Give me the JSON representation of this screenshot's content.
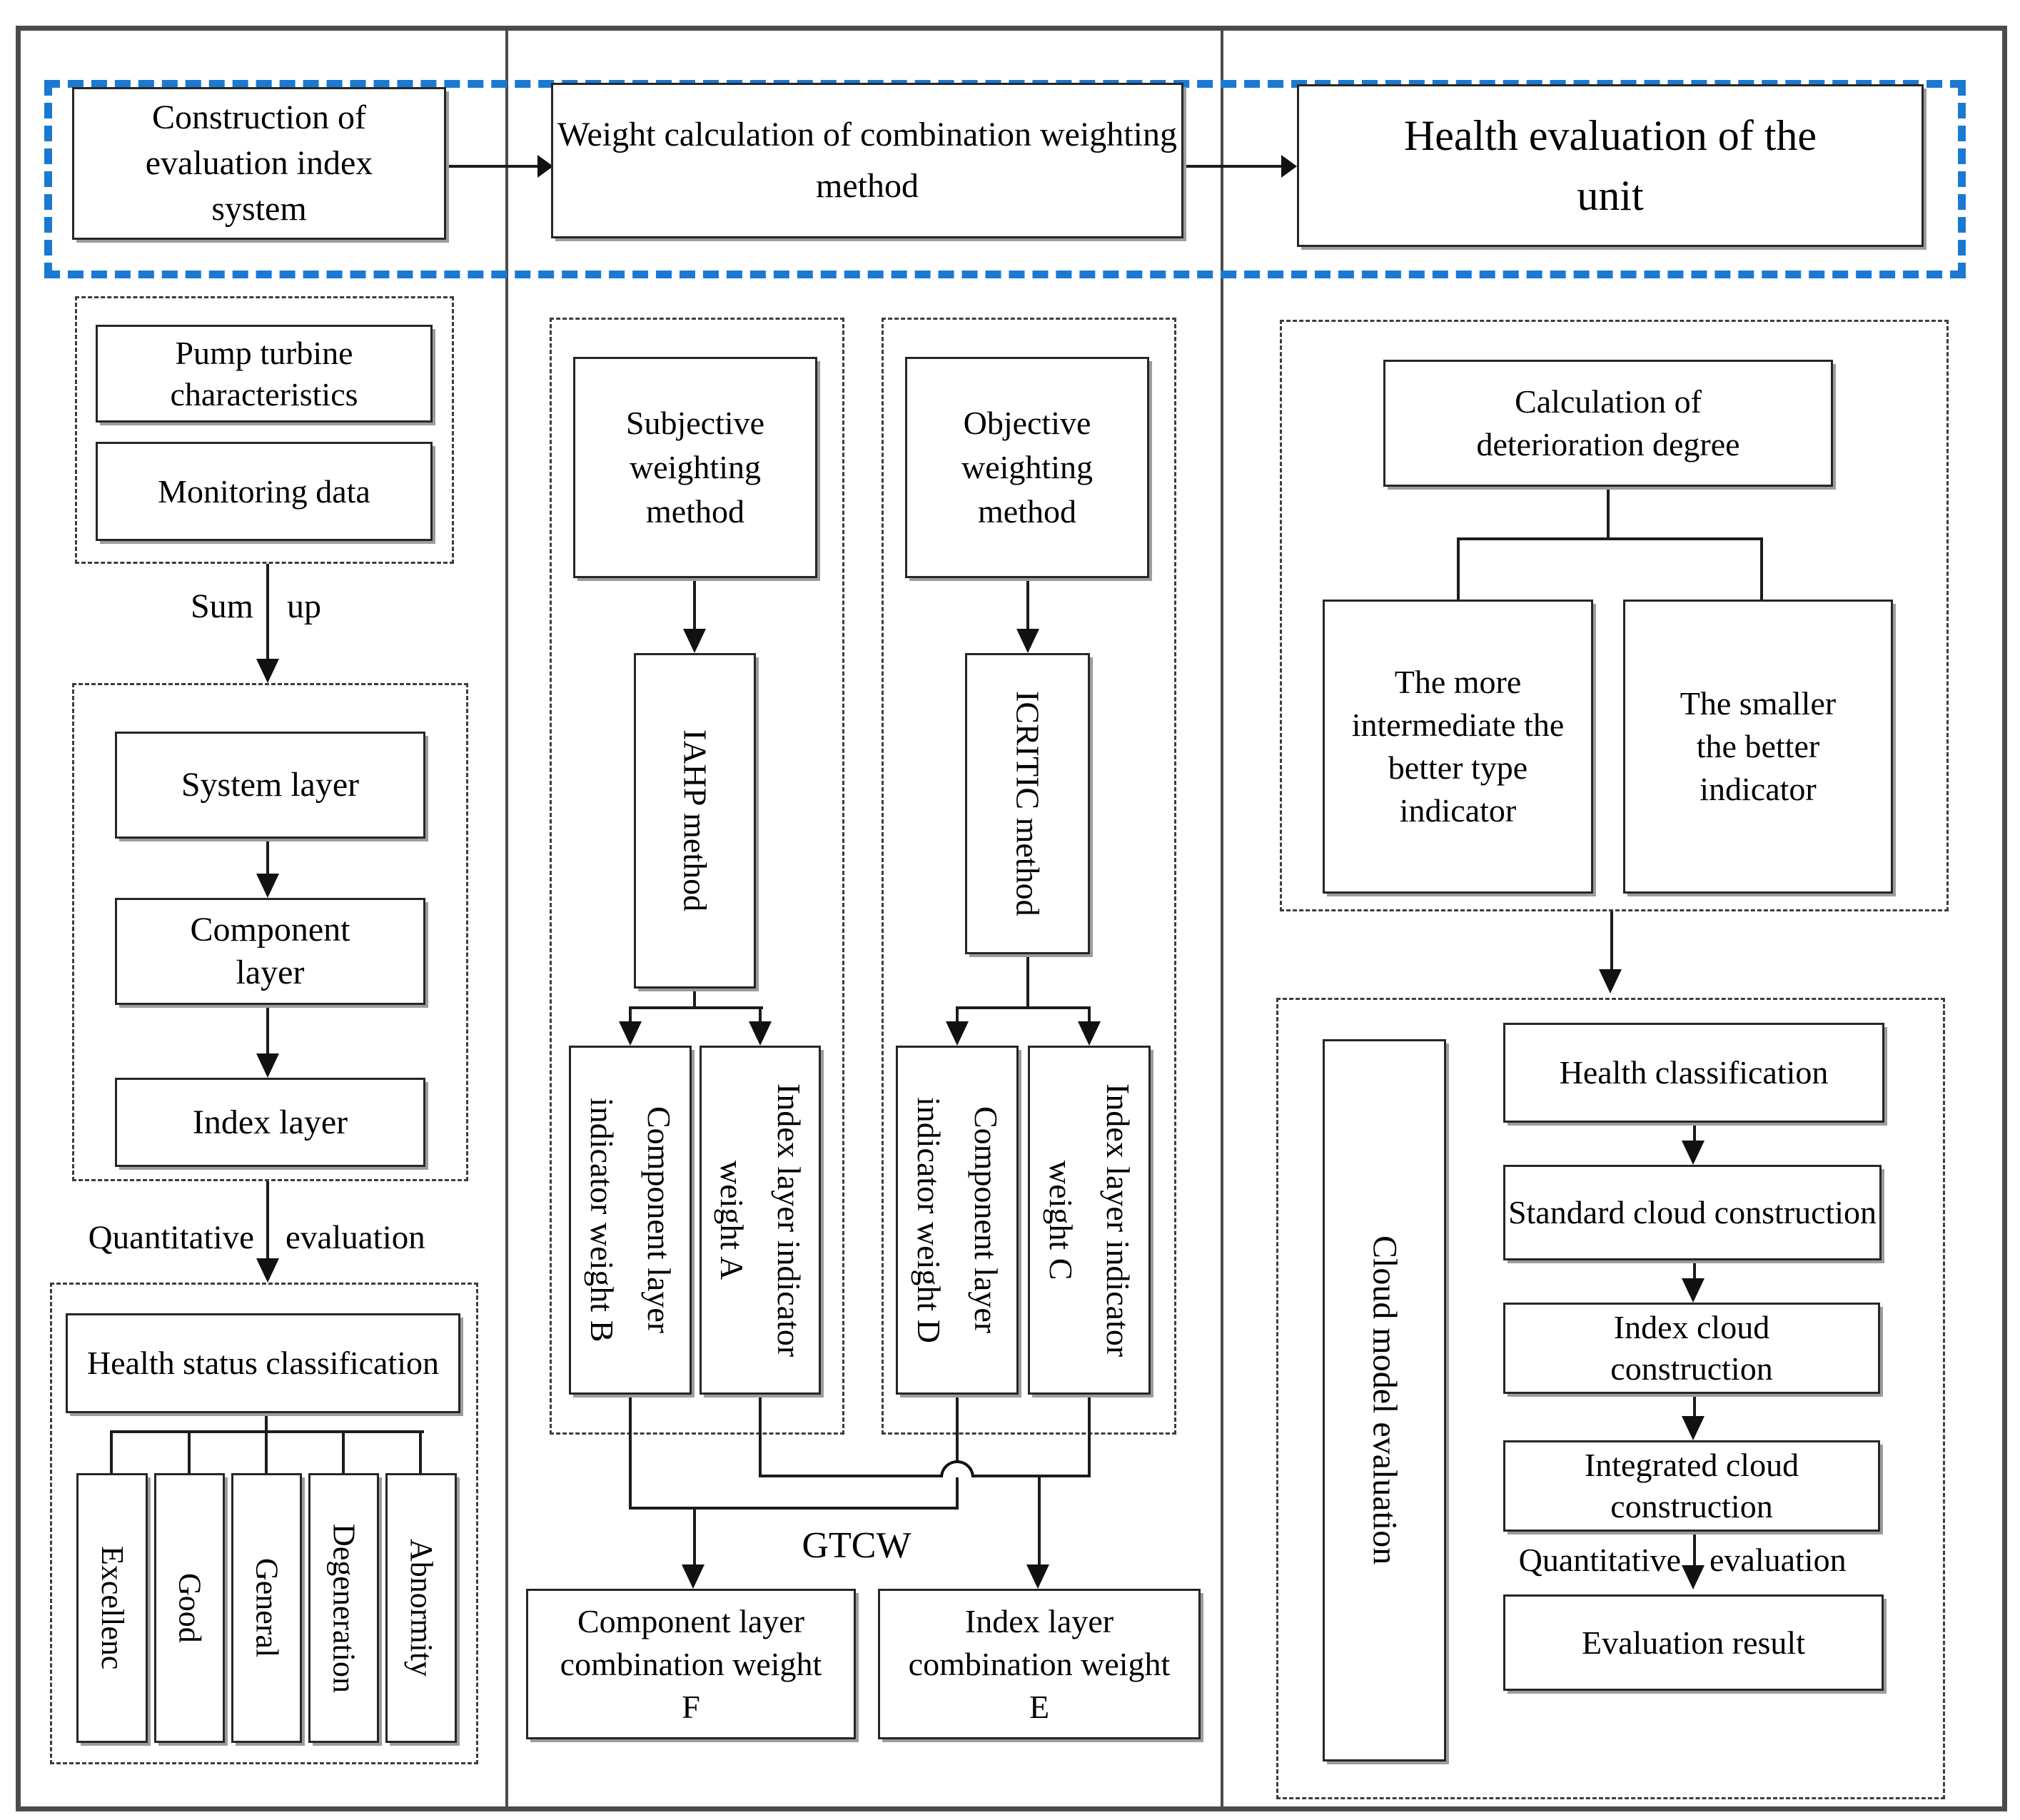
{
  "colors": {
    "accent_blue": "#1b79d2",
    "line_dark": "#1c1c1c",
    "frame_gray": "#4b4b4b"
  },
  "top": {
    "construction": "Construction of evaluation index system",
    "weight_calc": "Weight calculation of combination weighting method",
    "health_eval": "Health evaluation of the unit"
  },
  "left": {
    "pump": "Pump turbine characteristics",
    "monitoring": "Monitoring data",
    "sum_up": {
      "left": "Sum",
      "right": "up"
    },
    "system_layer": "System layer",
    "component_layer": "Component layer",
    "index_layer": "Index layer",
    "quantitative": {
      "left": "Quantitative",
      "right": "evaluation"
    },
    "health_status": "Health status classification",
    "statuses": [
      "Excellenc",
      "Good",
      "General",
      "Degeneration",
      "Abnormity"
    ]
  },
  "middle": {
    "subjective": "Subjective weighting method",
    "objective": "Objective weighting method",
    "iahp": "IAHP method",
    "icritic": "ICRITIC method",
    "weight_b": "Component layer indicator weight B",
    "weight_a": "Index layer indicator weight A",
    "weight_d": "Component layer indicator weight D",
    "weight_c": "Index layer indicator weight C",
    "gtcw": "GTCW",
    "weight_f": "Component layer combination weight F",
    "weight_e": "Index layer combination weight E"
  },
  "right": {
    "deterioration": "Calculation of deterioration degree",
    "intermediate": "The more intermediate the better type indicator",
    "smaller": "The smaller the better indicator",
    "cloud_model": "Cloud model evaluation",
    "health_class": "Health classification",
    "standard_cloud": "Standard cloud construction",
    "index_cloud": "Index cloud construction",
    "integrated_cloud": "Integrated cloud construction",
    "quantitative": {
      "left": "Quantitative",
      "right": "evaluation"
    },
    "eval_result": "Evaluation result"
  }
}
